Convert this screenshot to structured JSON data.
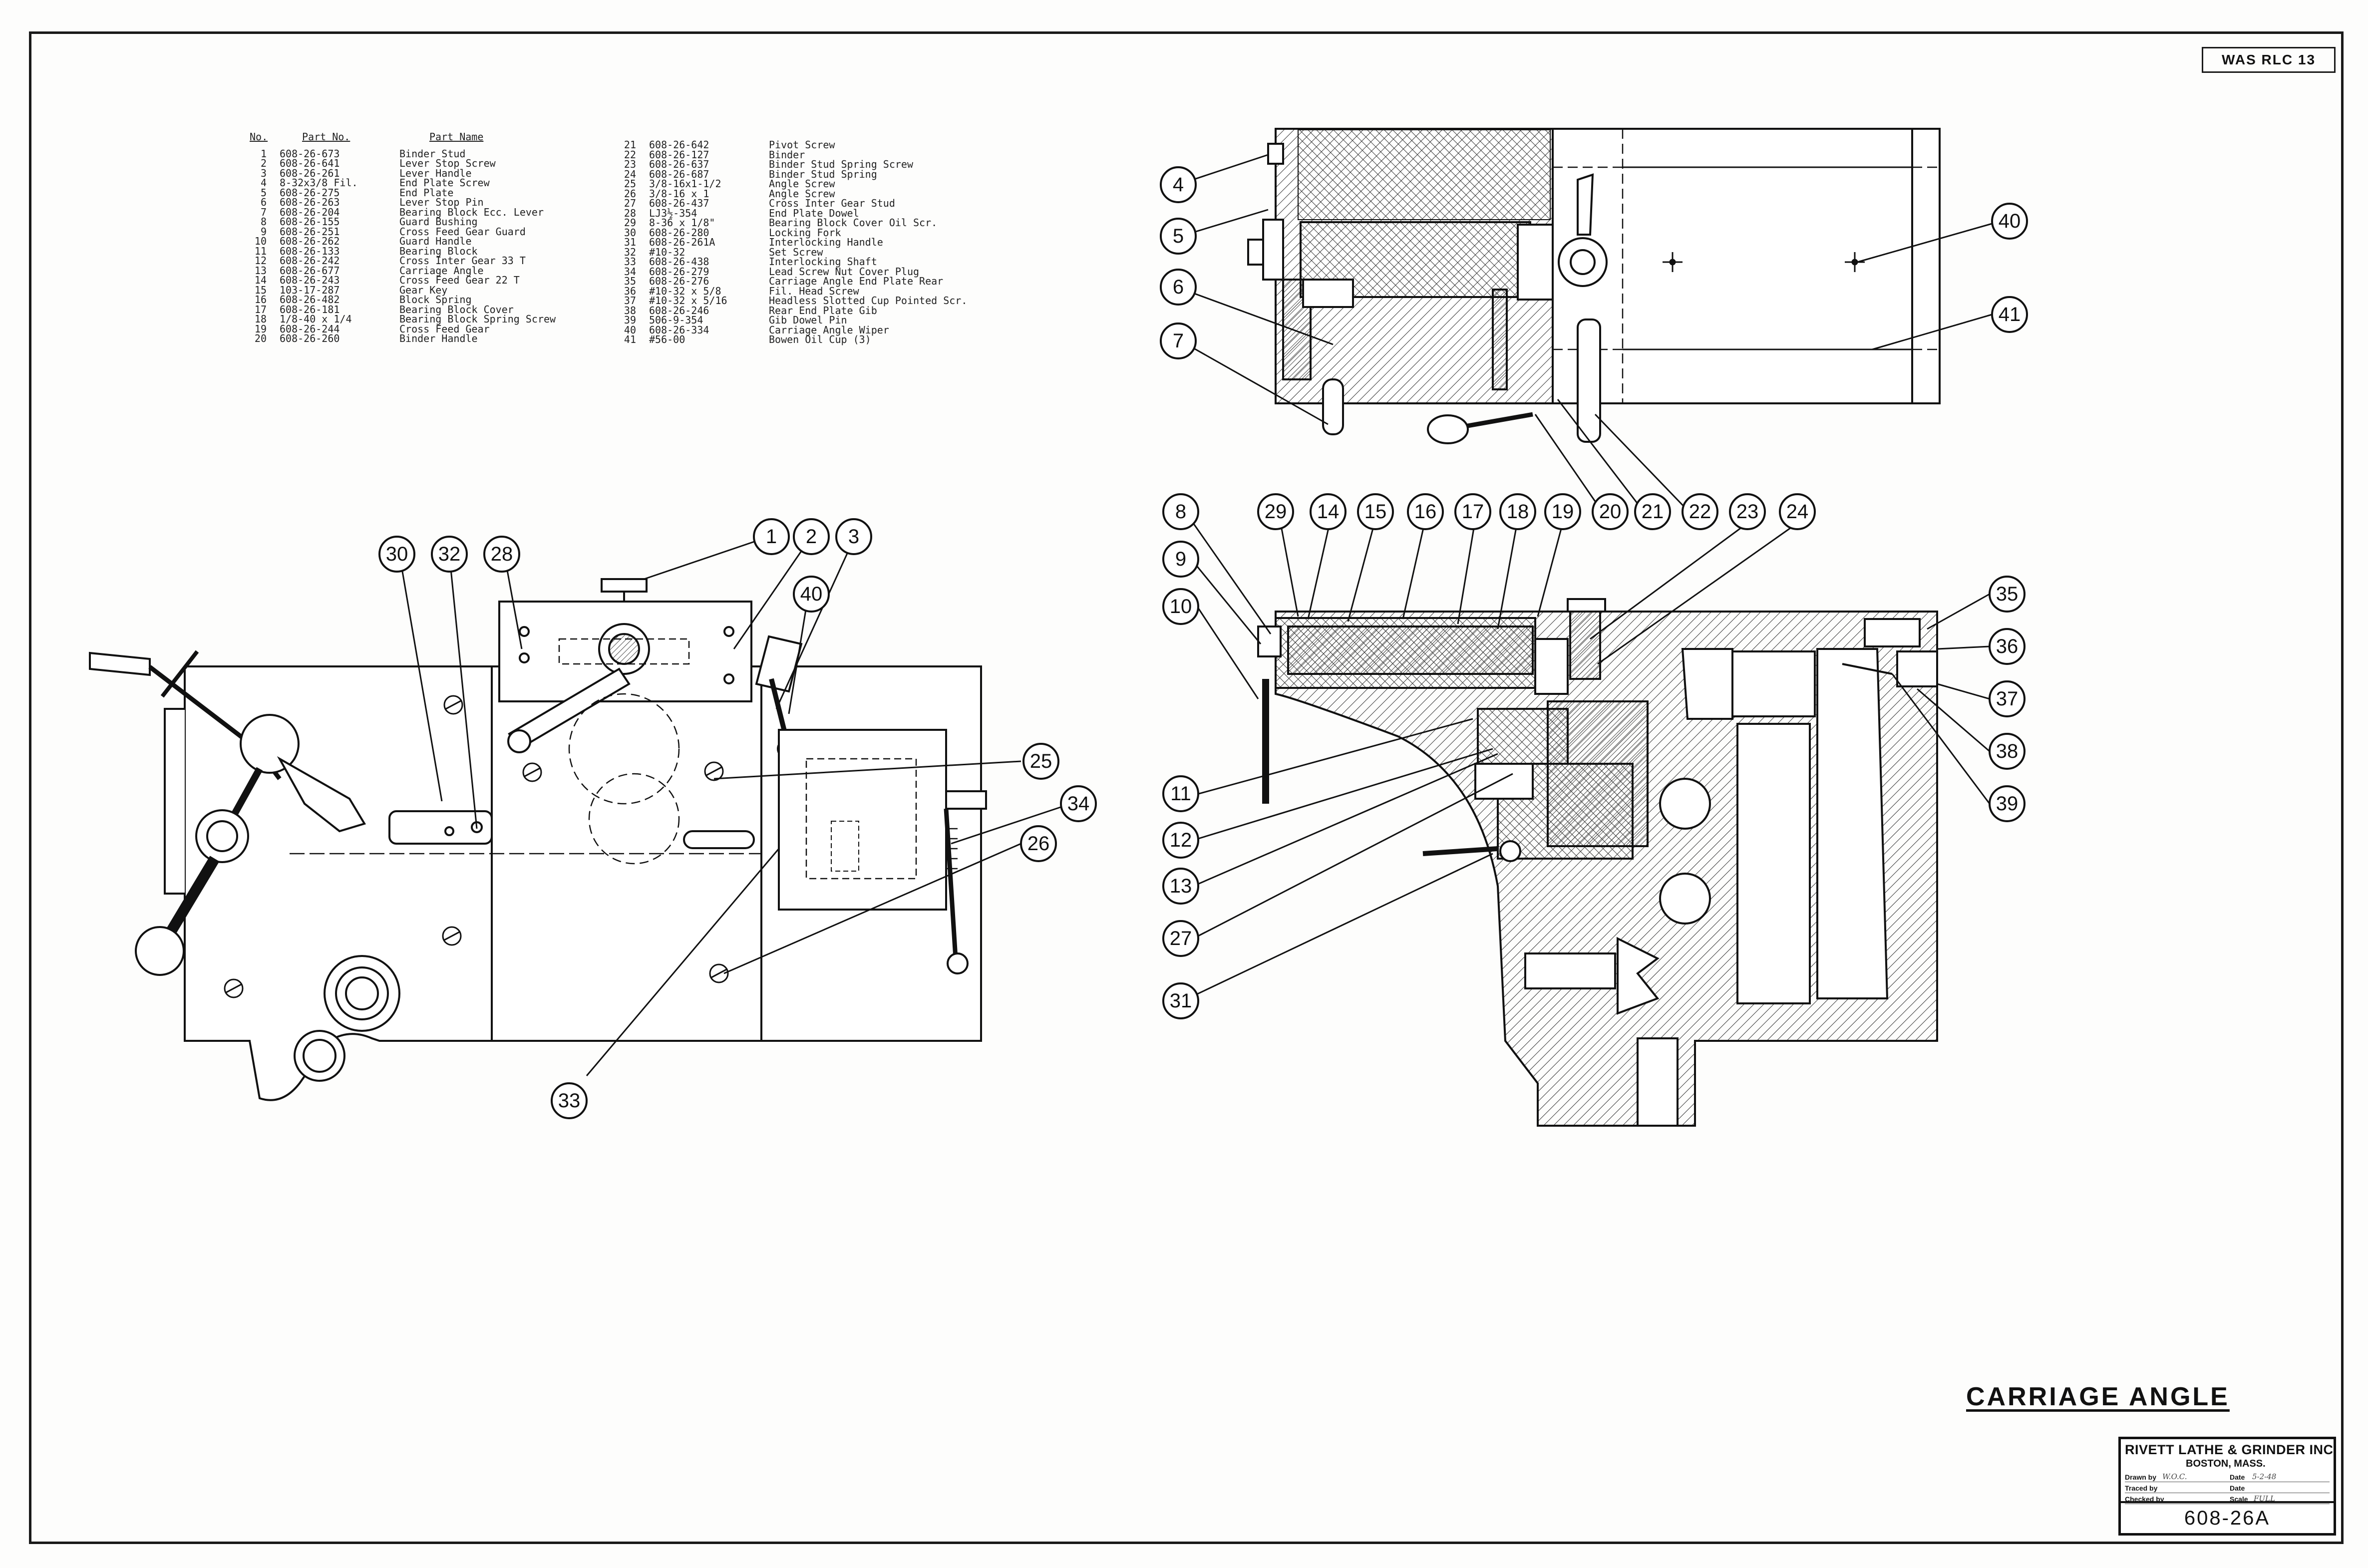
{
  "revision": "WAS RLC 13",
  "parts_list": {
    "headers": {
      "no": "No.",
      "part_no": "Part No.",
      "part_name": "Part Name"
    },
    "rows": [
      {
        "no": "1",
        "part_no": "608-26-673",
        "name": "Binder Stud"
      },
      {
        "no": "2",
        "part_no": "608-26-641",
        "name": "Lever Stop Screw"
      },
      {
        "no": "3",
        "part_no": "608-26-261",
        "name": "Lever Handle"
      },
      {
        "no": "4",
        "part_no": "8-32x3/8 Fil.",
        "name": "End Plate Screw"
      },
      {
        "no": "5",
        "part_no": "608-26-275",
        "name": "End Plate"
      },
      {
        "no": "6",
        "part_no": "608-26-263",
        "name": "Lever Stop Pin"
      },
      {
        "no": "7",
        "part_no": "608-26-204",
        "name": "Bearing Block Ecc. Lever"
      },
      {
        "no": "8",
        "part_no": "608-26-155",
        "name": "Guard Bushing"
      },
      {
        "no": "9",
        "part_no": "608-26-251",
        "name": "Cross Feed Gear Guard"
      },
      {
        "no": "10",
        "part_no": "608-26-262",
        "name": "Guard Handle"
      },
      {
        "no": "11",
        "part_no": "608-26-133",
        "name": "Bearing Block"
      },
      {
        "no": "12",
        "part_no": "608-26-242",
        "name": "Cross Inter Gear 33 T"
      },
      {
        "no": "13",
        "part_no": "608-26-677",
        "name": "Carriage Angle"
      },
      {
        "no": "14",
        "part_no": "608-26-243",
        "name": "Cross Feed Gear 22 T"
      },
      {
        "no": "15",
        "part_no": "103-17-287",
        "name": "Gear Key"
      },
      {
        "no": "16",
        "part_no": "608-26-482",
        "name": "Block Spring"
      },
      {
        "no": "17",
        "part_no": "608-26-181",
        "name": "Bearing Block Cover"
      },
      {
        "no": "18",
        "part_no": "1/8-40 x 1/4",
        "name": "Bearing Block Spring Screw"
      },
      {
        "no": "19",
        "part_no": "608-26-244",
        "name": "Cross Feed Gear"
      },
      {
        "no": "20",
        "part_no": "608-26-260",
        "name": "Binder Handle"
      },
      {
        "no": "21",
        "part_no": "608-26-642",
        "name": "Pivot Screw"
      },
      {
        "no": "22",
        "part_no": "608-26-127",
        "name": "Binder"
      },
      {
        "no": "23",
        "part_no": "608-26-637",
        "name": "Binder Stud Spring Screw"
      },
      {
        "no": "24",
        "part_no": "608-26-687",
        "name": "Binder Stud Spring"
      },
      {
        "no": "25",
        "part_no": "3/8-16x1-1/2",
        "name": "Angle Screw"
      },
      {
        "no": "26",
        "part_no": "3/8-16 x 1",
        "name": "Angle Screw"
      },
      {
        "no": "27",
        "part_no": "608-26-437",
        "name": "Cross Inter Gear Stud"
      },
      {
        "no": "28",
        "part_no": "LJ3½-354",
        "name": "End Plate Dowel"
      },
      {
        "no": "29",
        "part_no": "8-36 x 1/8\"",
        "name": "Bearing Block Cover Oil Scr."
      },
      {
        "no": "30",
        "part_no": "608-26-280",
        "name": "Locking Fork"
      },
      {
        "no": "31",
        "part_no": "608-26-261A",
        "name": "Interlocking Handle"
      },
      {
        "no": "32",
        "part_no": "#10-32",
        "name": "Set Screw"
      },
      {
        "no": "33",
        "part_no": "608-26-438",
        "name": "Interlocking Shaft"
      },
      {
        "no": "34",
        "part_no": "608-26-279",
        "name": "Lead Screw Nut Cover Plug"
      },
      {
        "no": "35",
        "part_no": "608-26-276",
        "name": "Carriage Angle End Plate Rear"
      },
      {
        "no": "36",
        "part_no": "#10-32 x 5/8",
        "name": "Fil. Head Screw"
      },
      {
        "no": "37",
        "part_no": "#10-32 x 5/16",
        "name": "Headless Slotted Cup Pointed Scr."
      },
      {
        "no": "38",
        "part_no": "608-26-246",
        "name": "Rear End Plate Gib"
      },
      {
        "no": "39",
        "part_no": "506-9-354",
        "name": "Gib Dowel Pin"
      },
      {
        "no": "40",
        "part_no": "608-26-334",
        "name": "Carriage Angle Wiper"
      },
      {
        "no": "41",
        "part_no": "#56-00",
        "name": "Bowen Oil Cup (3)"
      }
    ]
  },
  "callouts": {
    "c1": "1",
    "c2": "2",
    "c3": "3",
    "c4": "4",
    "c5": "5",
    "c6": "6",
    "c7": "7",
    "c8": "8",
    "c9": "9",
    "c10": "10",
    "c11": "11",
    "c12": "12",
    "c13": "13",
    "c14": "14",
    "c15": "15",
    "c16": "16",
    "c17": "17",
    "c18": "18",
    "c19": "19",
    "c20": "20",
    "c21": "21",
    "c22": "22",
    "c23": "23",
    "c24": "24",
    "c25": "25",
    "c26": "26",
    "c27": "27",
    "c28": "28",
    "c29": "29",
    "c30": "30",
    "c31": "31",
    "c32": "32",
    "c33": "33",
    "c34": "34",
    "c35": "35",
    "c36": "36",
    "c37": "37",
    "c38": "38",
    "c39": "39",
    "c40a": "40",
    "c40b": "40",
    "c41": "41"
  },
  "title": "CARRIAGE ANGLE",
  "title_block": {
    "company": "RIVETT LATHE & GRINDER INC",
    "city": "BOSTON, MASS.",
    "drawn_by_label": "Drawn by",
    "drawn_by": "W.O.C.",
    "date_label": "Date",
    "date": "5-2-48",
    "traced_by_label": "Traced by",
    "traced_date_label": "Date",
    "checked_by_label": "Checked by",
    "scale_label": "Scale",
    "scale": "FULL",
    "drawing_number": "608-26A"
  }
}
